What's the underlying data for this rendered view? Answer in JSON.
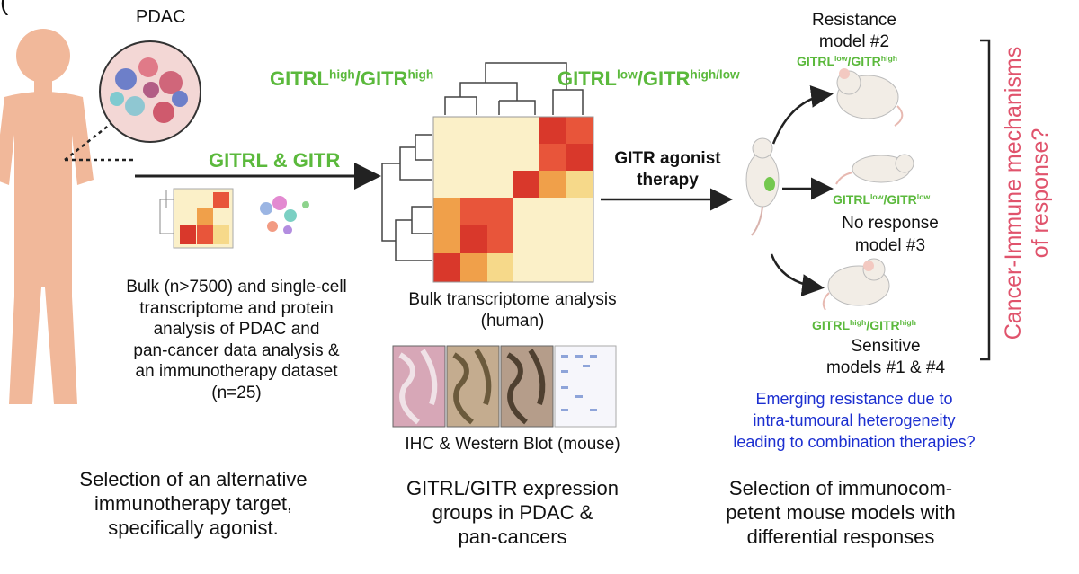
{
  "panel_letter": "(",
  "left": {
    "pdac_label": "PDAC",
    "arrow_label": "GITRL & GITR",
    "description": [
      "Bulk (n>7500) and single-cell",
      "transcriptome and protein",
      "analysis of PDAC and",
      "pan-cancer data analysis &",
      "an immunotherapy dataset",
      "(n=25)"
    ],
    "caption": [
      "Selection of an alternative",
      "immunotherapy target,",
      "specifically agonist."
    ]
  },
  "middle": {
    "group_high": {
      "base1": "GITRL",
      "sup1": "high",
      "base2": "/GITR",
      "sup2": "high"
    },
    "group_low": {
      "base1": "GITRL",
      "sup1": "low",
      "base2": "/GITR",
      "sup2": "high/low"
    },
    "heatmap_caption": [
      "Bulk transcriptome analysis",
      "(human)"
    ],
    "blot_caption": "IHC & Western Blot (mouse)",
    "caption": [
      "GITRL/GITR expression",
      "groups in PDAC &",
      "pan-cancers"
    ]
  },
  "therapy": {
    "label_line1": "GITR agonist",
    "label_line2": "therapy"
  },
  "right": {
    "resistance": {
      "line1": "Resistance",
      "line2": "model #2",
      "g1": "GITRL",
      "s1": "low",
      "g2": "/GITR",
      "s2": "high"
    },
    "noresponse": {
      "g1": "GITRL",
      "s1": "low",
      "g2": "/GITR",
      "s2": "low",
      "line1": "No response",
      "line2": "model #3"
    },
    "sensitive": {
      "g1": "GITRL",
      "s1": "high",
      "g2": "/GITR",
      "s2": "high",
      "line1": "Sensitive",
      "line2": "models #1 & #4"
    },
    "emerging": [
      "Emerging resistance due to",
      "intra-tumoural heterogeneity",
      "leading to combination therapies?"
    ],
    "vertical": [
      "Cancer-Immune mechanisms",
      "of response?"
    ],
    "caption": [
      "Selection of immunocom-",
      "petent mouse models with",
      "differential responses"
    ]
  },
  "heatmap_colors": {
    "dark_red": "#d9382b",
    "red": "#e8553a",
    "orange": "#f0a04a",
    "light": "#f6d98a",
    "pale": "#fbf0c8"
  },
  "colors": {
    "green": "#5bb93c",
    "blue": "#1c2fd0",
    "pink": "#e0536c"
  }
}
